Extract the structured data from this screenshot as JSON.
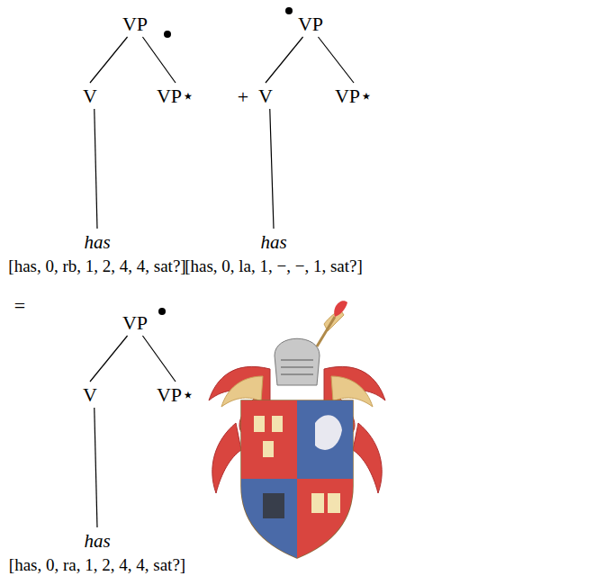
{
  "diagram": {
    "nodes": [
      {
        "text": [
          "VP"
        ]
      },
      {
        "text": [
          "V"
        ]
      },
      {
        "text": [
          "VP⋆"
        ]
      },
      {
        "text": [
          "has",
          "[has, 0, rb, 1, 2, 4, 4, sat?]"
        ]
      },
      {
        "text": [
          "VP"
        ]
      },
      {
        "text": [
          "V"
        ]
      },
      {
        "text": [
          "VP⋆"
        ]
      },
      {
        "text": [
          "has",
          "[has, 0, la, 1, −, −, 1, sat?]"
        ]
      },
      {
        "text": [
          "VP"
        ]
      },
      {
        "text": [
          "V"
        ]
      },
      {
        "text": [
          "VP⋆"
        ]
      },
      {
        "text": [
          "has",
          "[has, 0, ra, 1, 2, 4, 4, sat?]"
        ]
      }
    ],
    "edges": [
      {
        "from": 0,
        "to": 1,
        "arrow": "none"
      },
      {
        "from": 0,
        "to": 2,
        "arrow": "none"
      },
      {
        "from": 1,
        "to": 3,
        "arrow": "none"
      },
      {
        "from": 4,
        "to": 5,
        "arrow": "none"
      },
      {
        "from": 4,
        "to": 6,
        "arrow": "none"
      },
      {
        "from": 5,
        "to": 7,
        "arrow": "none"
      },
      {
        "from": 8,
        "to": 9,
        "arrow": "none"
      },
      {
        "from": 8,
        "to": 10,
        "arrow": "none"
      },
      {
        "from": 9,
        "to": 11,
        "arrow": "none"
      }
    ],
    "labels": [
      "+",
      "="
    ]
  }
}
